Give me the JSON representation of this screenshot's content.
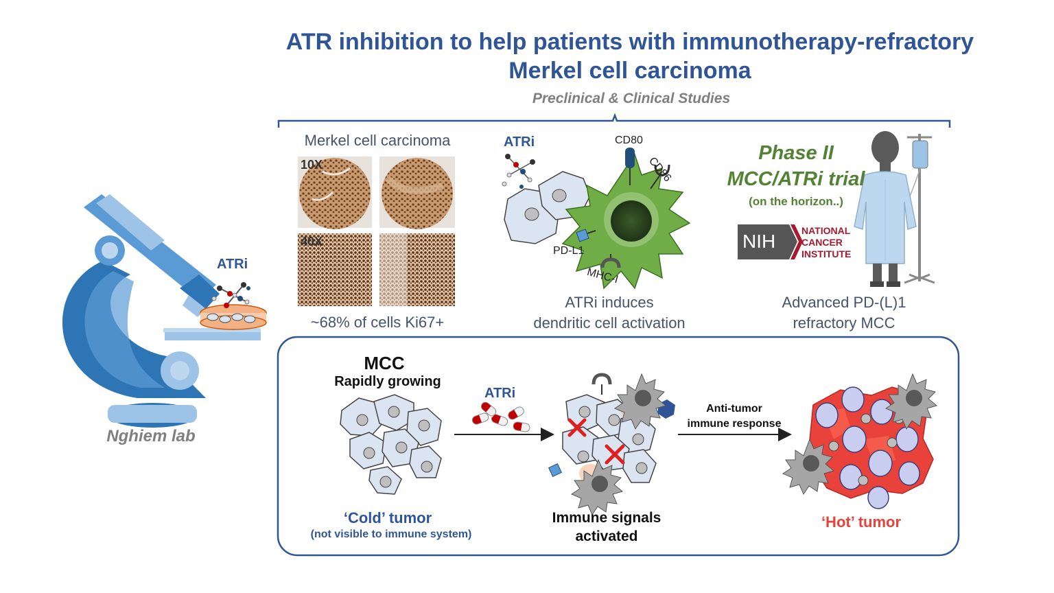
{
  "title": {
    "line1": "ATR inhibition to help patients with immunotherapy-refractory",
    "line2": "Merkel cell carcinoma"
  },
  "subtitle": "Preclinical & Clinical Studies",
  "lab": {
    "atri_label": "ATRi",
    "name": "Nghiem lab"
  },
  "panel_histology": {
    "heading": "Merkel cell carcinoma",
    "mag_low": "10X",
    "mag_high": "40X",
    "caption": "~68% of cells Ki67+"
  },
  "panel_dendritic": {
    "atri_label": "ATRi",
    "cd80": "CD80",
    "cd86": "CD86",
    "pdl1": "PD-L1",
    "mhc": "MHC-I",
    "caption_line1": "ATRi induces",
    "caption_line2": "dendritic cell activation"
  },
  "panel_trial": {
    "phase_line1": "Phase II",
    "phase_line2": "MCC/ATRi trial",
    "horizon": "(on the horizon..)",
    "nih": "NIH",
    "nci_line1": "NATIONAL",
    "nci_line2": "CANCER",
    "nci_line3": "INSTITUTE",
    "caption_line1": "Advanced PD-(L)1",
    "caption_line2": "refractory MCC"
  },
  "mechanism": {
    "mcc_title": "MCC",
    "mcc_sub": "Rapidly growing",
    "cold_label": "‘Cold’ tumor",
    "cold_sub": "(not visible to immune system)",
    "atri_label": "ATRi",
    "immune_line1": "Immune signals",
    "immune_line2": "activated",
    "arrow_line1": "Anti-tumor",
    "arrow_line2": "immune response",
    "hot_label": "‘Hot’ tumor"
  },
  "colors": {
    "title_blue": "#2f5597",
    "green": "#548235",
    "hot_red": "#e8423a",
    "frame_blue": "#2f5597",
    "nci_red": "#a6192e"
  }
}
